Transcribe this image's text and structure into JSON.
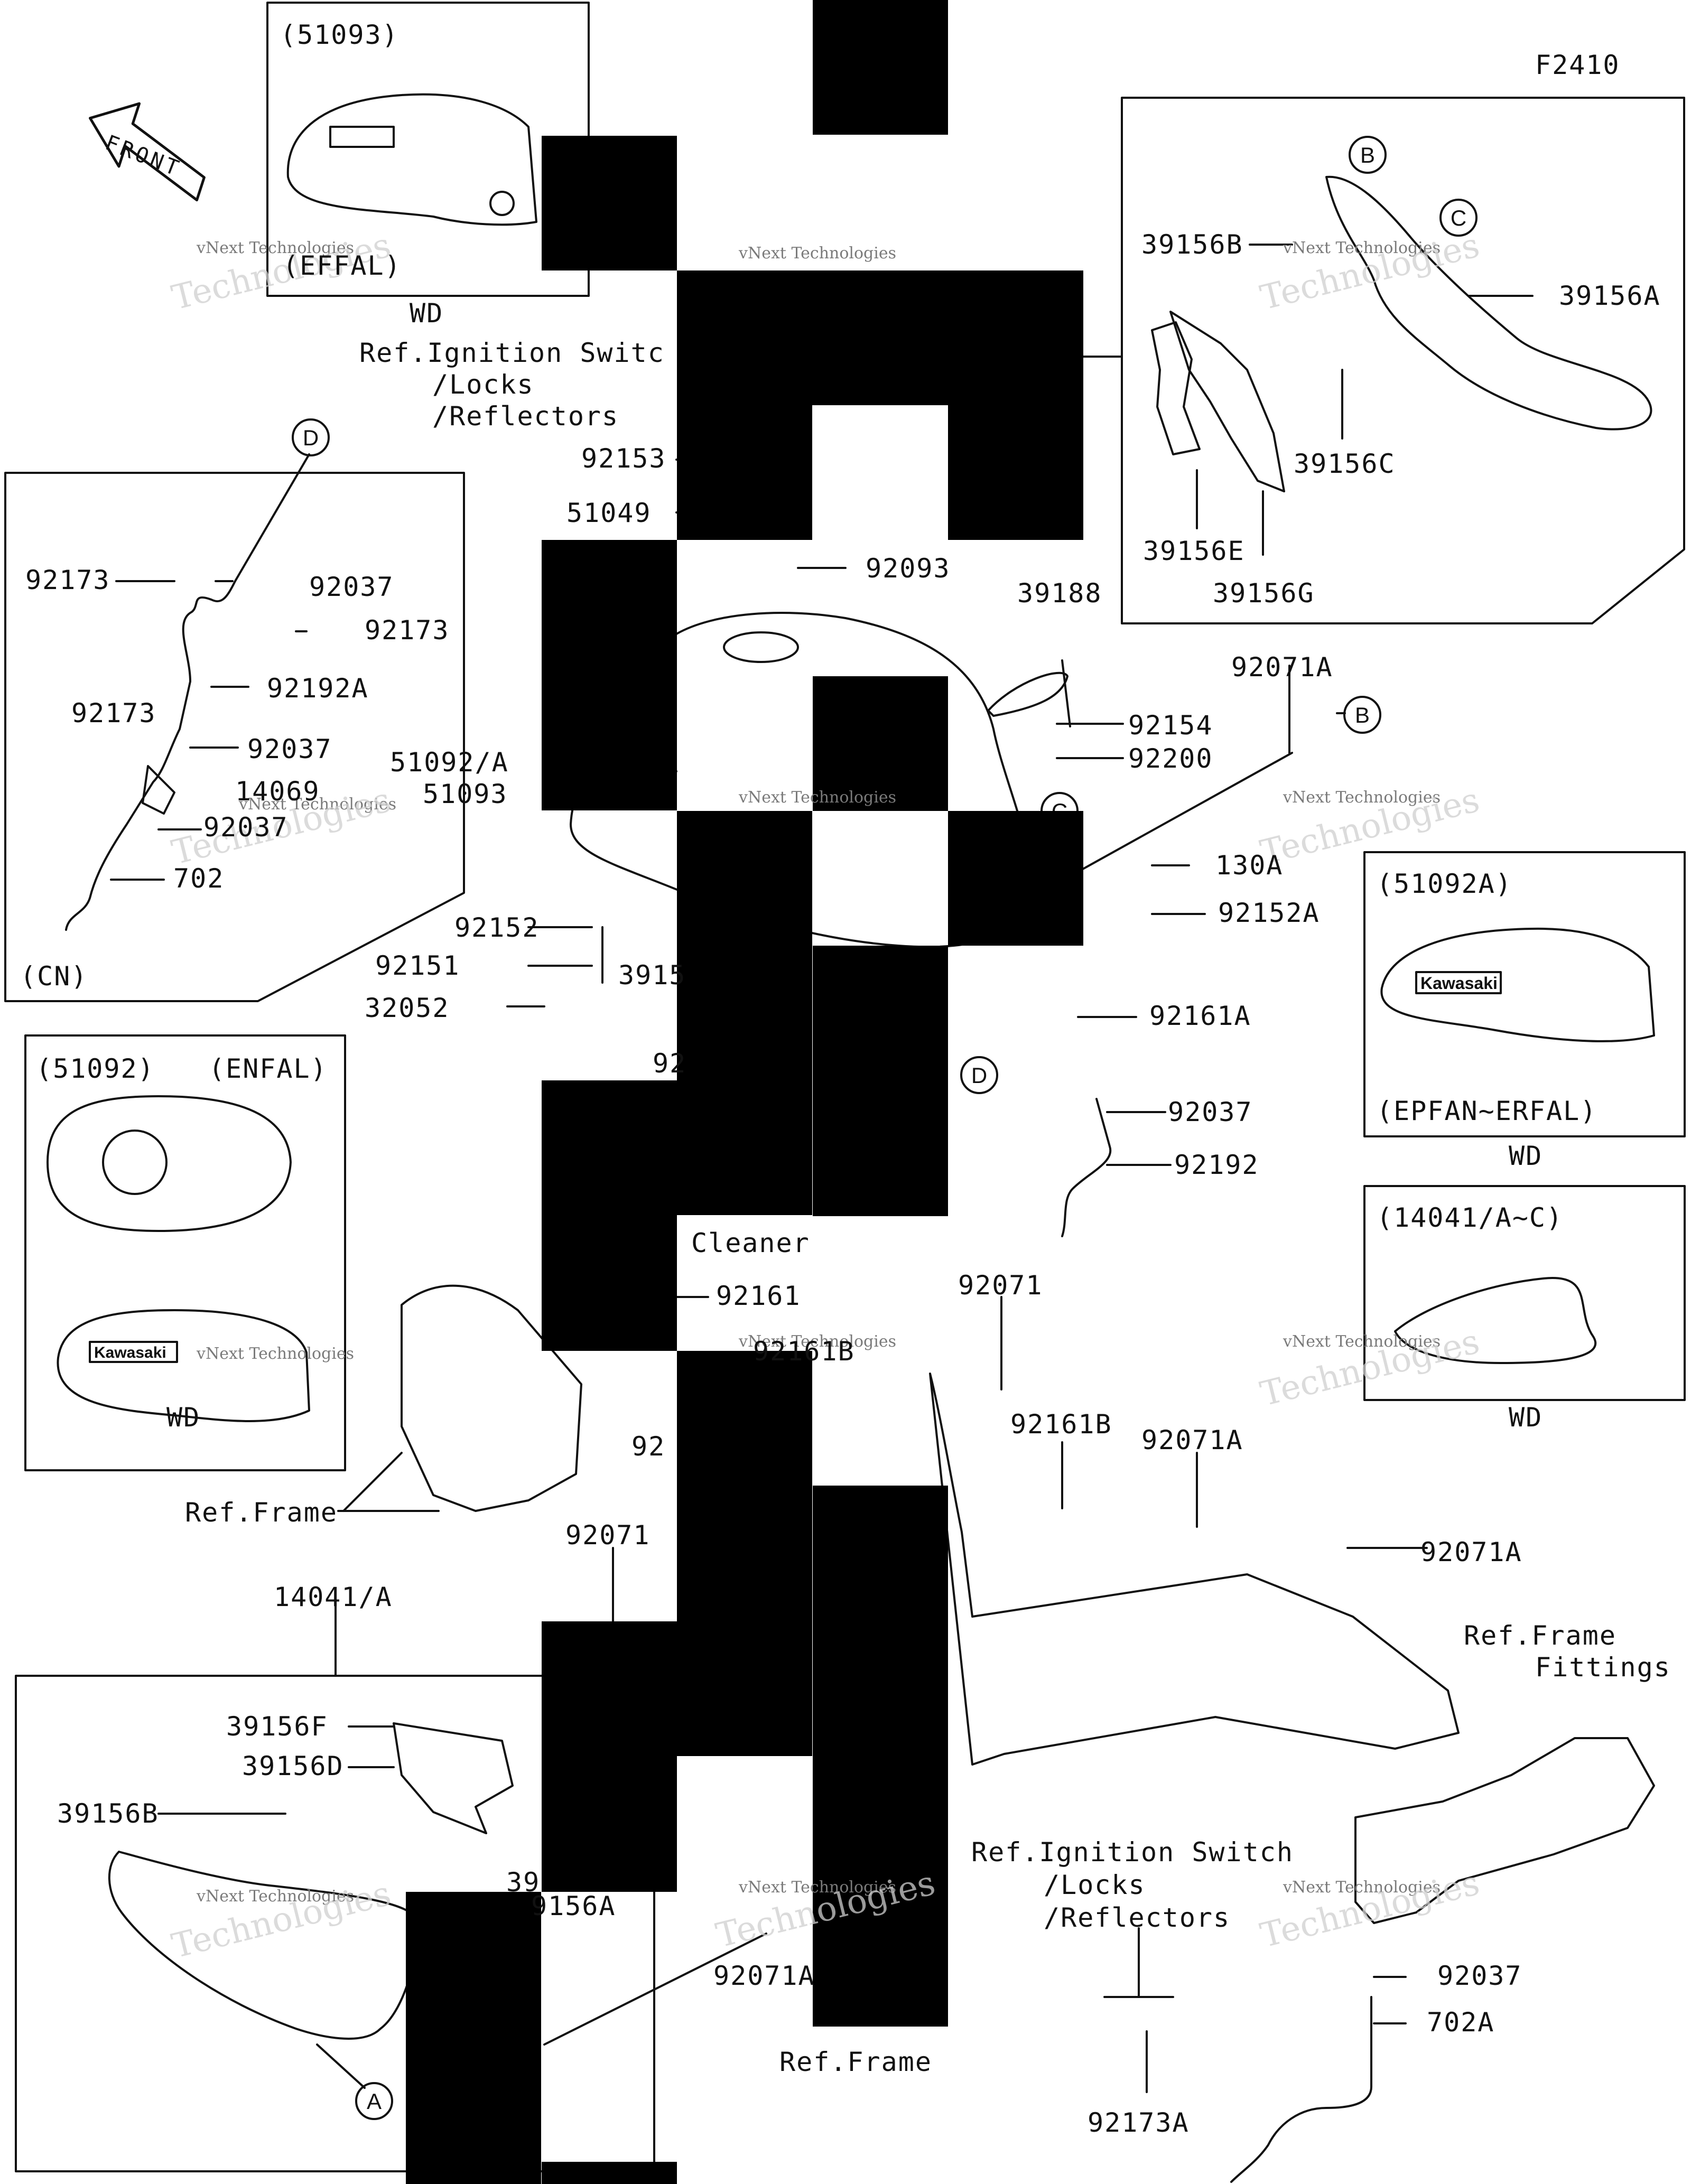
{
  "figure_code": "F2410",
  "watermark": {
    "brand": "vNext",
    "line": "vNext Technologies",
    "sub": "Technologies"
  },
  "front_arrow": "FRONT",
  "callouts": [
    "A",
    "B",
    "C",
    "D"
  ],
  "parts": {
    "p51093_box": "(51093)",
    "p51093_variant": "(EFFAL)",
    "wd_1": "WD",
    "p51092a_box": "(51092A)",
    "p51092a_variant": "(EPFAN~ERFAL)",
    "wd_2": "WD",
    "p14041_box": "(14041/A~C)",
    "wd_3": "WD",
    "p51092_box": "(51092)",
    "p51092_variant": "(ENFAL)",
    "wd_4": "WD",
    "cn_box": "(CN)",
    "ref_ignition_1a": "Ref.Ignition Switc",
    "ref_ignition_1b": "/Locks",
    "ref_ignition_1c": "/Reflectors",
    "ref_ignition_2a": "Ref.Ignition Switch",
    "ref_ignition_2b": "/Locks",
    "ref_ignition_2c": "/Reflectors",
    "ref_frame_1": "Ref.Frame",
    "ref_frame_2": "Ref.Frame",
    "ref_frame_fit_a": "Ref.Frame",
    "ref_frame_fit_b": "Fittings",
    "cleaner": "Cleaner",
    "n92153": "92153",
    "n51049": "51049",
    "n92093": "92093",
    "n39188": "39188",
    "n92071A_1": "92071A",
    "n92154": "92154",
    "n92200": "92200",
    "n130A": "130A",
    "n92152A": "92152A",
    "n92161A": "92161A",
    "n92037_3": "92037",
    "n92192": "92192",
    "n51092A": "51092/A",
    "n51093": "51093",
    "n92152": "92152",
    "n92151": "92151",
    "n3915": "3915",
    "n32052": "32052",
    "n92_partial": "92",
    "n92161": "92161",
    "n92161B_1": "92161B",
    "n92071_1": "92071",
    "n92161B_2": "92161B",
    "n92071A_2": "92071A",
    "n92071A_3": "92071A",
    "n92071_2": "92071",
    "n92_partial2": "92",
    "n92071A_4": "92071A",
    "n92037_4": "92037",
    "n702A": "702A",
    "n92173A": "92173A",
    "n14041A": "14041/A",
    "n39156F": "39156F",
    "n39156D": "39156D",
    "n39156B_2": "39156B",
    "n39_partial": "39",
    "n9156A": "9156A",
    "n39156B_1": "39156B",
    "n39156A_1": "39156A",
    "n39156C": "39156C",
    "n39156E": "39156E",
    "n39156G": "39156G",
    "n92173_1": "92173",
    "n92037_1": "92037",
    "n92173_2": "92173",
    "n92173_3": "92173",
    "n92192A": "92192A",
    "n92037_2": "92037",
    "n14069": "14069",
    "n92037_5": "92037",
    "n702": "702"
  },
  "decal_text": {
    "kawasaki": "Kawasaki"
  }
}
